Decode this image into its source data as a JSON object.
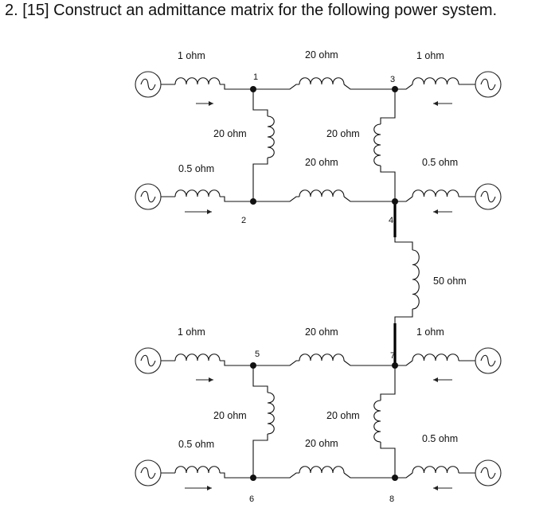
{
  "question": {
    "text": "2.  [15] Construct an admittance matrix for the following power system."
  },
  "circuit": {
    "resistance_labels": {
      "gen_1": "1 ohm",
      "line_1_3": "20 ohm",
      "gen_3": "1 ohm",
      "line_1_2": "20 ohm",
      "line_3_4": "20 ohm",
      "gen_2": "0.5 ohm",
      "line_2_4": "20 ohm",
      "gen_4": "0.5 ohm",
      "line_4_7": "50 ohm",
      "gen_5": "1 ohm",
      "line_5_7": "20 ohm",
      "gen_7": "1 ohm",
      "line_5_6": "20 ohm",
      "line_7_8": "20 ohm",
      "gen_6": "0.5 ohm",
      "line_6_8": "20 ohm",
      "gen_8": "0.5 ohm"
    },
    "node_labels": {
      "n1": "1",
      "n2": "2",
      "n3": "3",
      "n4": "4",
      "n5": "5",
      "n6": "6",
      "n7": "7",
      "n8": "8"
    },
    "icons": [
      "ac-source-icon",
      "direction-arrow-icon",
      "inductor-coil-icon"
    ]
  }
}
